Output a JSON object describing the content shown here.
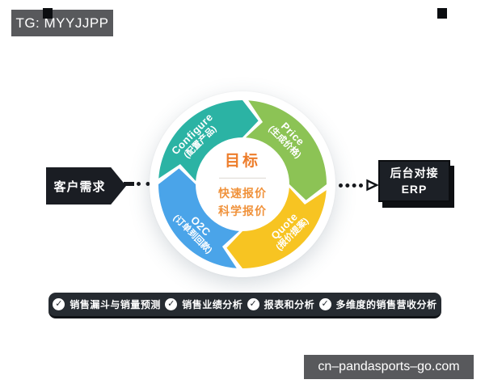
{
  "watermark_top": "TG: MYYJJPP",
  "watermark_bottom": "cn–pandasports–go.com",
  "left_node": {
    "label": "客户需求"
  },
  "right_node": {
    "line1": "后台对接",
    "line2": "ERP"
  },
  "cycle": {
    "center": {
      "title": "目标",
      "line1": "快速报价",
      "line2": "科学报价"
    },
    "segments": [
      {
        "name": "Configure",
        "sub": "(配置产品)",
        "color": "#2bb3a4"
      },
      {
        "name": "Price",
        "sub": "(生成价格)",
        "color": "#8cc355"
      },
      {
        "name": "Quote",
        "sub": "(报价提案)",
        "color": "#f7c422"
      },
      {
        "name": "O2C",
        "sub": "(订单到回款)",
        "color": "#4aa4e9"
      }
    ]
  },
  "bottom_bar": {
    "items": [
      "销售漏斗与销量预测",
      "销售业绩分析",
      "报表和分析",
      "多维度的销售营收分析"
    ]
  },
  "icons": {
    "check": "✓"
  },
  "colors": {
    "badge_bg": "#58595c",
    "node_bg": "#1b1e24",
    "bar_bg": "#262b31",
    "accent_orange": "#ed7d2b"
  }
}
